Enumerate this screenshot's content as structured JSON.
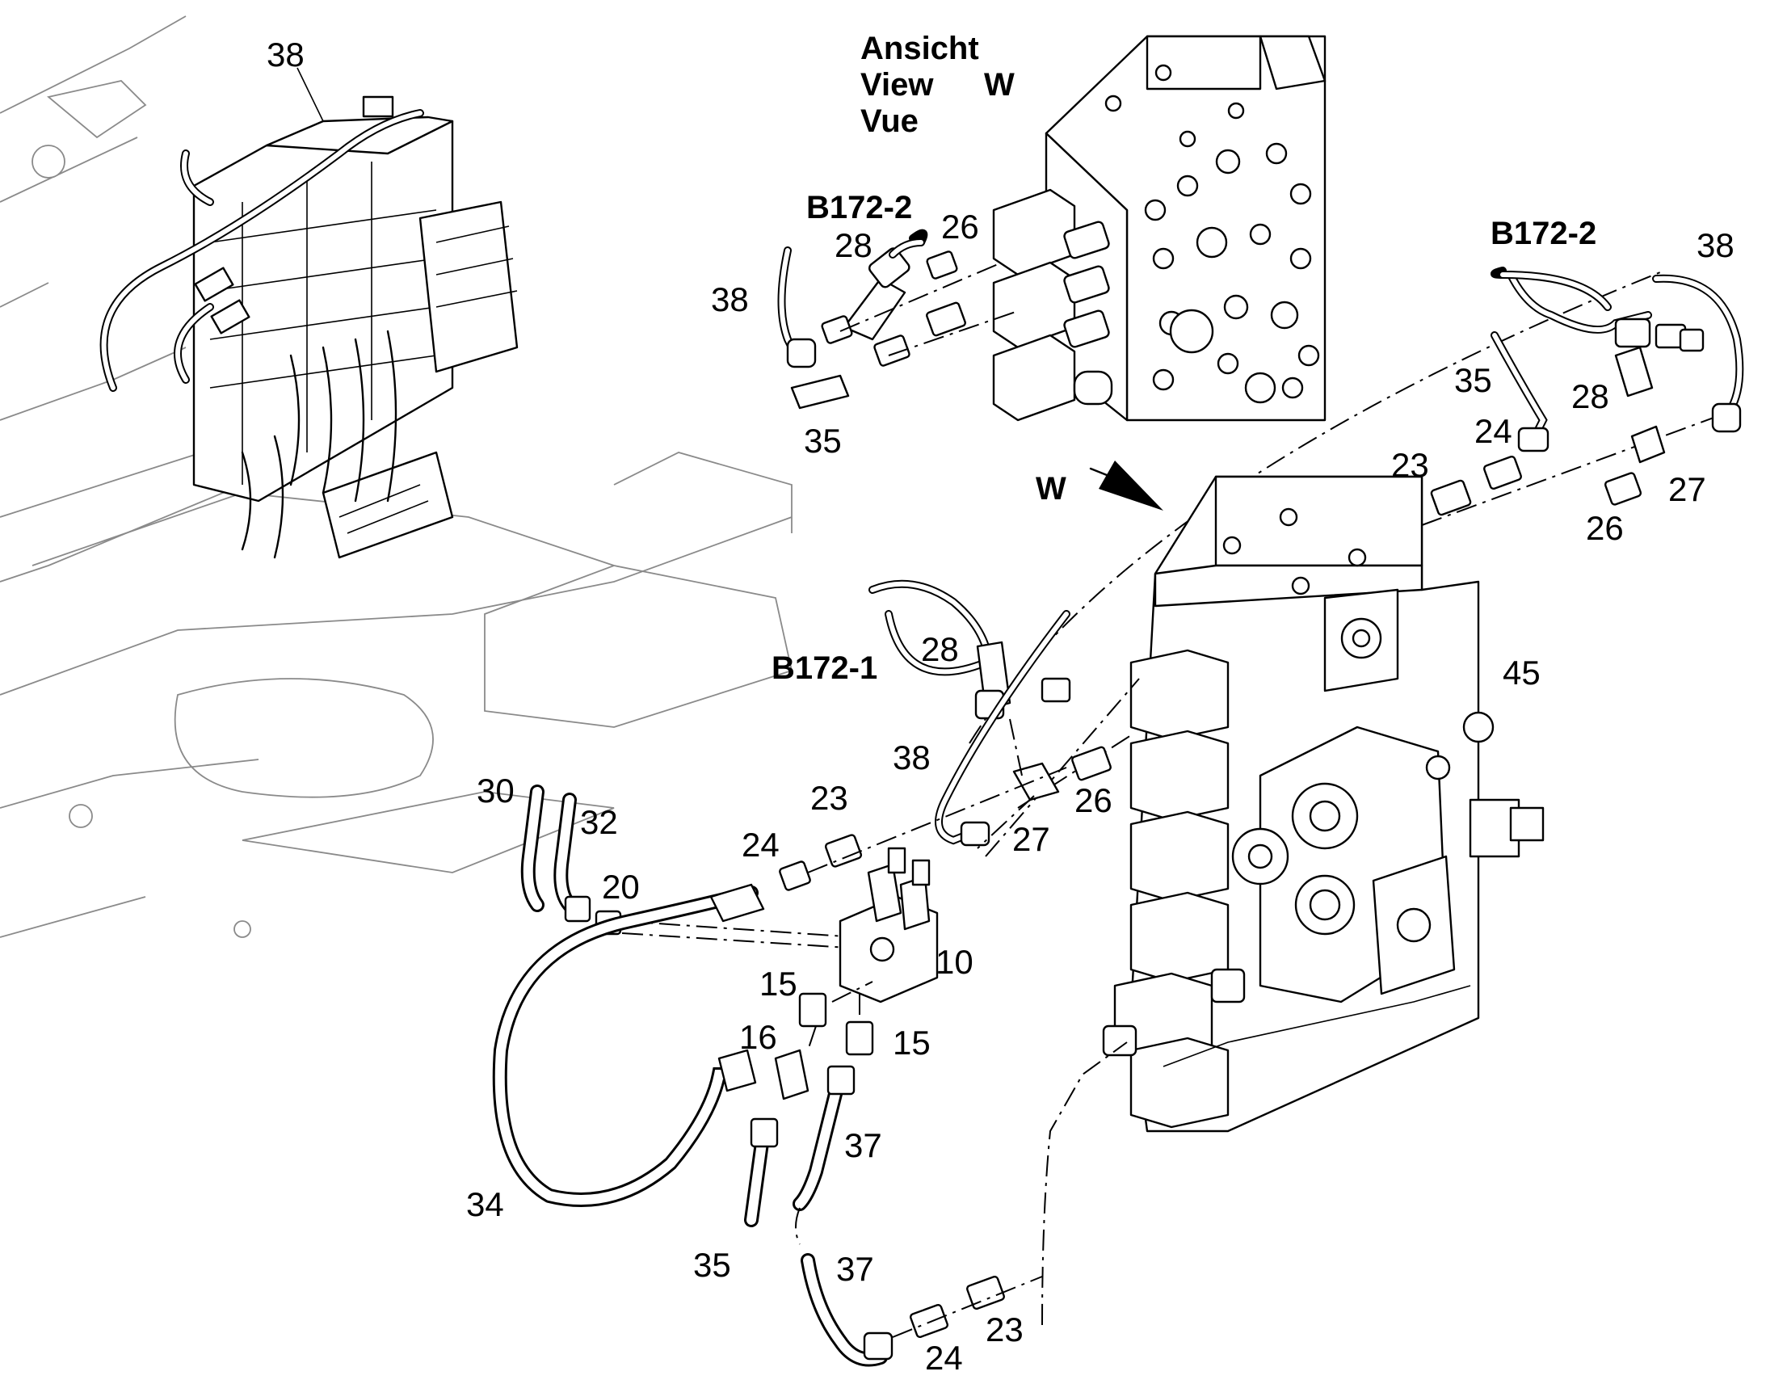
{
  "view_note": {
    "line1": "Ansicht",
    "line2": "View",
    "line3": "Vue",
    "letter": "W"
  },
  "view_arrow_label": "W",
  "sensor_labels": {
    "detail_top": "B172-2",
    "right": "B172-2",
    "main": "B172-1"
  },
  "callouts": {
    "overview_38": "38",
    "detail_28": "28",
    "detail_26": "26",
    "detail_38": "38",
    "detail_35": "35",
    "right_38": "38",
    "right_35": "35",
    "right_28": "28",
    "right_24": "24",
    "right_23": "23",
    "right_27": "27",
    "right_26": "26",
    "main_28": "28",
    "main_38": "38",
    "main_26": "26",
    "main_27": "27",
    "main_45": "45",
    "left_30": "30",
    "left_32": "32",
    "left_20": "20",
    "left_24": "24",
    "left_23": "23",
    "left_10": "10",
    "left_15a": "15",
    "left_15b": "15",
    "left_16": "16",
    "left_37a": "37",
    "left_34": "34",
    "left_35": "35",
    "left_37b": "37",
    "bottom_24": "24",
    "bottom_23": "23"
  }
}
